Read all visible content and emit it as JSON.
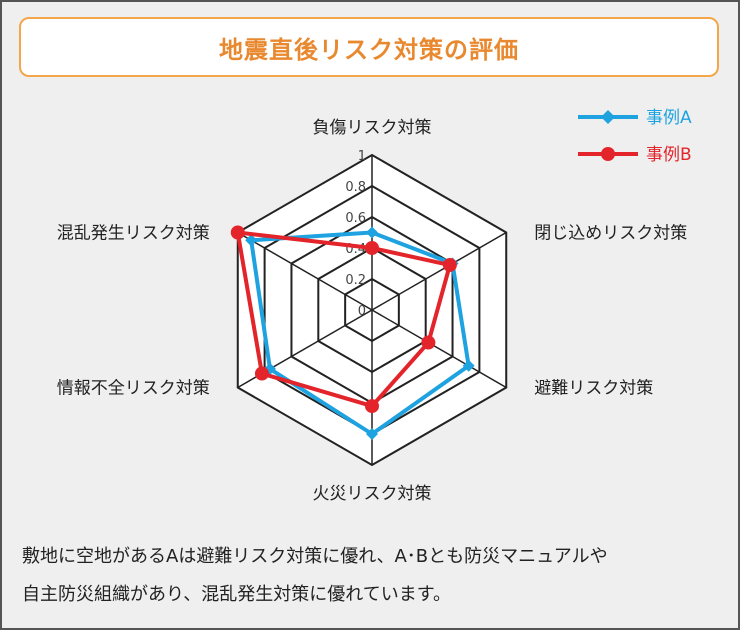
{
  "title": "地震直後リスク対策の評価",
  "chart_data": {
    "type": "radar",
    "axes": [
      "負傷リスク対策",
      "閉じ込めリスク対策",
      "避難リスク対策",
      "火災リスク対策",
      "情報不全リスク対策",
      "混乱発生リスク対策"
    ],
    "ticks": [
      "0",
      "0.2",
      "0.4",
      "0.6",
      "0.8",
      "1"
    ],
    "rmax": 1,
    "series": [
      {
        "name": "事例A",
        "color": "#1ea3e0",
        "values": [
          0.5,
          0.6,
          0.72,
          0.8,
          0.76,
          0.9
        ],
        "marker": "diamond"
      },
      {
        "name": "事例B",
        "color": "#e3242b",
        "values": [
          0.4,
          0.58,
          0.42,
          0.62,
          0.82,
          1.0
        ],
        "marker": "circle"
      }
    ],
    "legend": "top-right"
  },
  "caption": [
    "敷地に空地があるAは避難リスク対策に優れ、A･Bとも防災マニュアルや",
    "自主防災組織があり、混乱発生対策に優れています。"
  ]
}
